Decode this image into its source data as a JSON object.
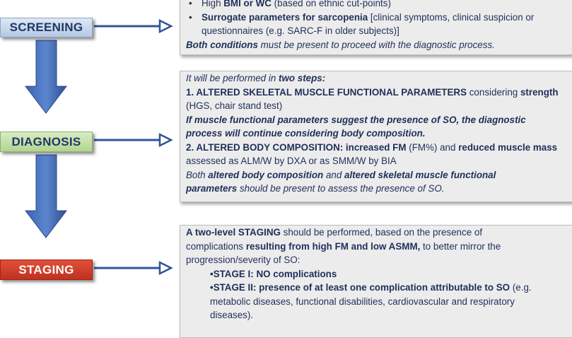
{
  "stages": {
    "screening": "SCREENING",
    "diagnosis": "DIAGNOSIS",
    "staging": "STAGING"
  },
  "screening_panel": {
    "bullet1": {
      "dot": "•",
      "b1": "High ",
      "b2": "BMI or WC",
      "t": " (based on ethnic cut-points)"
    },
    "bullet2": {
      "dot": "•",
      "b": "Surrogate parameters for sarcopenia",
      "t1": " [clinical symptoms, clinical suspicion or",
      "t2": "questionnaires (e.g. SARC-F in older subjects)]"
    },
    "line3": {
      "bi": "Both conditions",
      "i": " must be present to proceed with the diagnostic process."
    }
  },
  "diagnosis_panel": {
    "l1": {
      "i": "It will be performed in ",
      "bi": "two steps:"
    },
    "l2": {
      "b1": "1. ALTERED SKELETAL MUSCLE FUNCTIONAL PARAMETERS",
      "t": " considering ",
      "b2": "strength"
    },
    "l3": "(HGS, chair stand test)",
    "l4": "If muscle functional parameters suggest the presence of SO, the diagnostic",
    "l5": "process will continue considering body composition.",
    "l6": {
      "b1": "2. ALTERED BODY COMPOSITION: increased FM",
      "t": " (FM%) and ",
      "b2": "reduced muscle mass"
    },
    "l7": "assessed as ALM/W by DXA or as SMM/W by BIA",
    "l8": {
      "i1": "Both ",
      "bi1": "altered body composition",
      "i2": " and ",
      "bi2": "altered skeletal muscle functional"
    },
    "l9": {
      "bi": "parameters",
      "i": " should be present to assess the presence of SO."
    }
  },
  "staging_panel": {
    "l1": {
      "b": "A two-level STAGING",
      "t": " should be performed, based on the presence of"
    },
    "l2": {
      "t1": "complications ",
      "b": "resulting from high FM and low ASMM,",
      "t2": " to better mirror the"
    },
    "l3": "progression/severity of SO:",
    "l4": "•STAGE I: NO complications",
    "l5": {
      "b": "•STAGE II: presence of at least one complication attributable to SO",
      "t": " (e.g."
    },
    "l6": "metabolic diseases, functional disabilities, cardiovascular and respiratory",
    "l7": "diseases)."
  },
  "colors": {
    "arrow": "#2f5597",
    "text": "#1f2f5a",
    "staging_fill": "#c63a24",
    "diagnosis_fill": "#b7d99a",
    "screening_fill": "#c6d6ec"
  }
}
